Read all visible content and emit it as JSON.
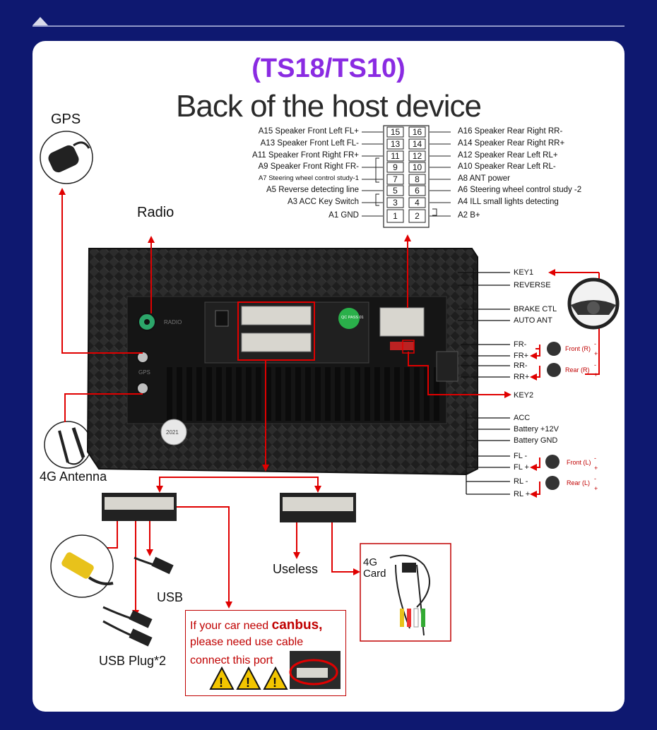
{
  "header": {
    "subtitle": "(TS18/TS10)",
    "title": "Back of the host device"
  },
  "connector_pins": {
    "left": [
      {
        "code": "A15",
        "label": "Speaker Front Left FL+"
      },
      {
        "code": "A13",
        "label": "Speaker Front Left FL-"
      },
      {
        "code": "A11",
        "label": "Speaker Front Right FR+"
      },
      {
        "code": "A9",
        "label": "Speaker Front Right FR-"
      },
      {
        "code": "A7",
        "label": "Steering wheel control study-1"
      },
      {
        "code": "A5",
        "label": "Reverse detecting line"
      },
      {
        "code": "A3",
        "label": "ACC Key Switch"
      },
      {
        "code": "A1",
        "label": "GND"
      }
    ],
    "left_numbers": [
      "15",
      "13",
      "11",
      "9",
      "7",
      "5",
      "3",
      "1"
    ],
    "right_numbers": [
      "16",
      "14",
      "12",
      "10",
      "8",
      "6",
      "4",
      "2"
    ],
    "right": [
      {
        "code": "A16",
        "label": "Speaker Rear Right RR-"
      },
      {
        "code": "A14",
        "label": "Speaker Rear Right RR+"
      },
      {
        "code": "A12",
        "label": "Speaker Rear Left RL+"
      },
      {
        "code": "A10",
        "label": "Speaker Rear Left RL-"
      },
      {
        "code": "A8",
        "label": "ANT power"
      },
      {
        "code": "A6",
        "label": "Steering wheel control study -2"
      },
      {
        "code": "A4",
        "label": "ILL small lights detecting"
      },
      {
        "code": "A2",
        "label": "B+"
      }
    ]
  },
  "left_labels": {
    "gps": "GPS",
    "radio": "Radio",
    "antenna": "4G Antenna"
  },
  "device": {
    "radio_port": "RADIO",
    "gps_port": "GPS",
    "qc_sticker": "QC PASS 01",
    "year_sticker": "2021"
  },
  "wires": {
    "top": [
      "KEY1",
      "REVERSE",
      "BRAKE CTL",
      "AUTO ANT"
    ],
    "speakers_right": [
      "FR-",
      "FR+",
      "RR-",
      "RR+"
    ],
    "key2": "KEY2",
    "power": [
      "ACC",
      "Battery +12V",
      "Battery GND"
    ],
    "speakers_left": [
      "FL -",
      "FL +",
      "RL -",
      "RL +"
    ]
  },
  "speakers": {
    "front_r": "Front (R)",
    "rear_r": "Rear (R)",
    "front_l": "Front (L)",
    "rear_l": "Rear (L)",
    "minus": "-",
    "plus": "+"
  },
  "bottom": {
    "usb": "USB",
    "usb_plug": "USB Plug*2",
    "useless": "Useless",
    "card_4g": "4G",
    "card_label": "Card",
    "canbus_line1": "If your car need ",
    "canbus_strong": "canbus,",
    "canbus_line2": "please need use cable",
    "canbus_line3": "connect this port"
  },
  "colors": {
    "background": "#0e1870",
    "accent": "#8a2be2",
    "arrow": "#e00000",
    "device": "#1c1c1c"
  }
}
